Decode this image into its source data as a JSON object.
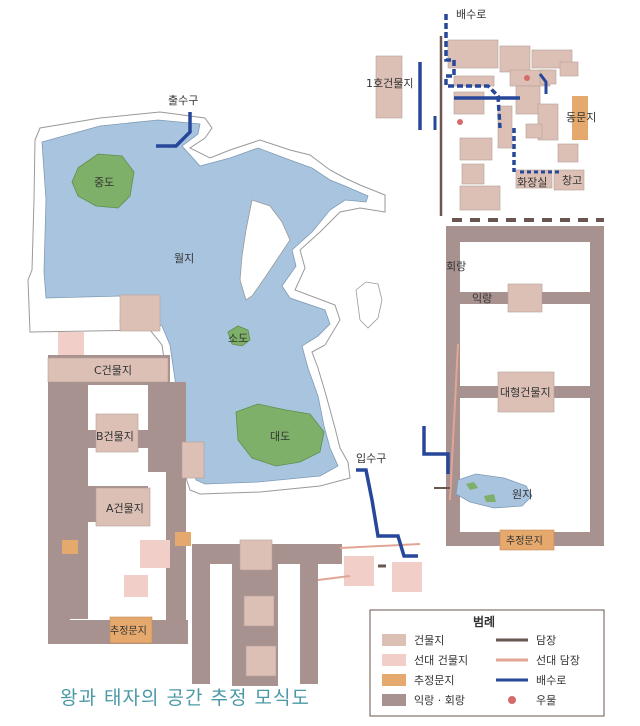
{
  "labels": {
    "drain_north": "배수로",
    "building_1": "1호건물지",
    "east_gate": "동문지",
    "toilet": "화장실",
    "warehouse": "창고",
    "outlet": "출수구",
    "mid_island": "중도",
    "pond": "월지",
    "corridor": "회랑",
    "wing_corridor": "익랑",
    "small_island": "소도",
    "building_c": "C건물지",
    "large_building": "대형건물지",
    "building_b": "B건물지",
    "big_island": "대도",
    "inlet": "입수구",
    "garden_pond": "원지",
    "building_a": "A건물지",
    "gate_east": "추정문지",
    "gate_west": "추정문지"
  },
  "legend": {
    "title": "범례",
    "items": [
      {
        "label": "건물지",
        "symbol": "building",
        "color": "#dcc0b6"
      },
      {
        "label": "담장",
        "symbol": "wall",
        "color": "#6b5550"
      },
      {
        "label": "선대 건물지",
        "symbol": "prior-building",
        "color": "#f1cfc8"
      },
      {
        "label": "선대 담장",
        "symbol": "prior-wall",
        "color": "#e2a595"
      },
      {
        "label": "추정문지",
        "symbol": "gate",
        "color": "#e5a96e"
      },
      {
        "label": "배수로",
        "symbol": "drain",
        "color": "#27479a"
      },
      {
        "label": "익랑 · 회랑",
        "symbol": "corridor",
        "color": "#a79290"
      },
      {
        "label": "우물",
        "symbol": "well",
        "color": "#d66a6a"
      }
    ]
  },
  "caption": "왕과 태자의 공간 추정 모식도",
  "colors": {
    "water": "#a9c4de",
    "island": "#7fb06a",
    "corridor": "#a79290",
    "building": "#dcc0b6",
    "prior_building": "#f1cfc8",
    "gate": "#e5a96e",
    "drain": "#27479a",
    "wall": "#6b5550",
    "caption": "#4a9aa6"
  }
}
